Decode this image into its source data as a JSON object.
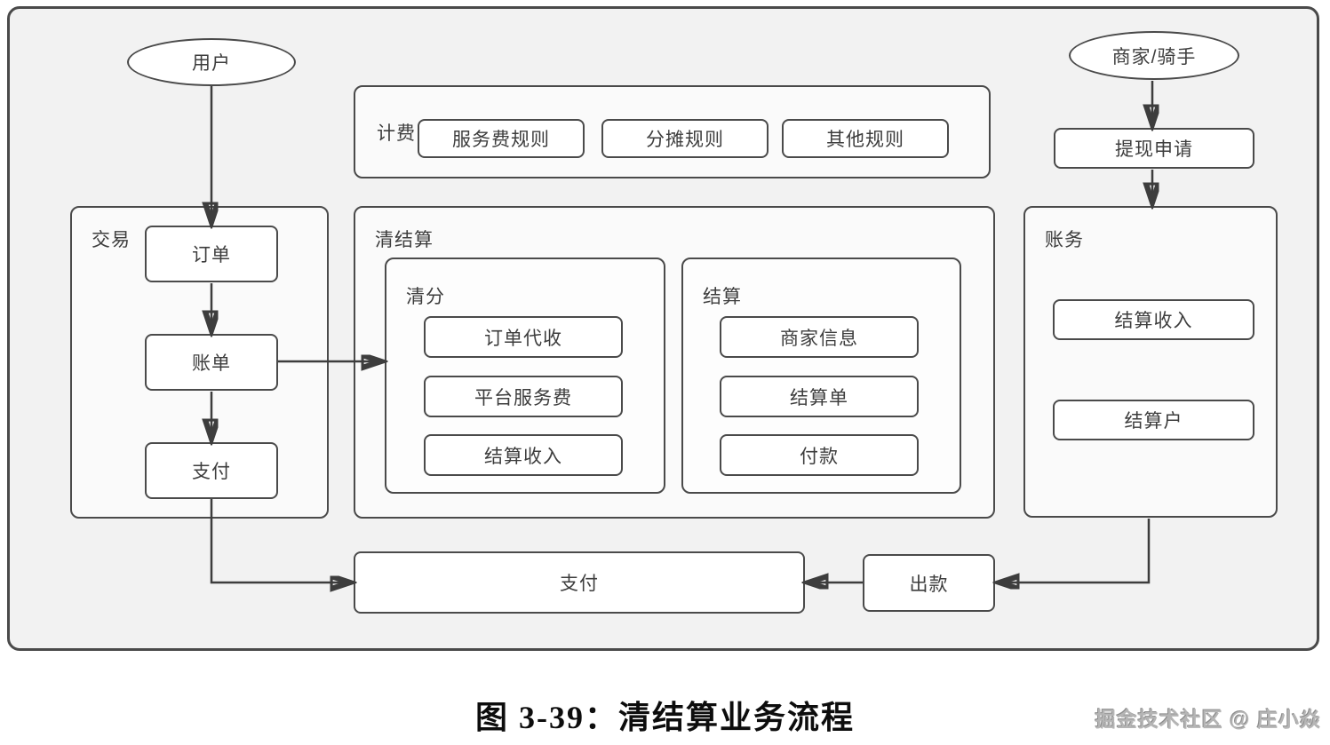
{
  "caption": "图 3-39：清结算业务流程",
  "watermark": "掘金技术社区 @ 庄小焱",
  "colors": {
    "canvas_bg": "#f2f2f2",
    "group_bg": "#fafafa",
    "node_bg": "#ffffff",
    "border": "#4a4a4a",
    "text": "#3d3d3d",
    "caption_text": "#0d0d0d",
    "watermark_text": "#b5b5b5"
  },
  "actors": {
    "user": "用户",
    "merchant_rider": "商家/骑手"
  },
  "billing": {
    "label": "计费",
    "rules": [
      "服务费规则",
      "分摊规则",
      "其他规则"
    ]
  },
  "trade": {
    "label": "交易",
    "steps": [
      "订单",
      "账单",
      "支付"
    ]
  },
  "clearing_settlement": {
    "label": "清结算",
    "clearing": {
      "label": "清分",
      "items": [
        "订单代收",
        "平台服务费",
        "结算收入"
      ]
    },
    "settlement": {
      "label": "结算",
      "items": [
        "商家信息",
        "结算单",
        "付款"
      ]
    }
  },
  "withdraw": {
    "apply": "提现申请"
  },
  "accounting": {
    "label": "账务",
    "items": [
      "结算收入",
      "结算户"
    ]
  },
  "bottom_flow": {
    "pay": "支付",
    "disburse": "出款"
  }
}
